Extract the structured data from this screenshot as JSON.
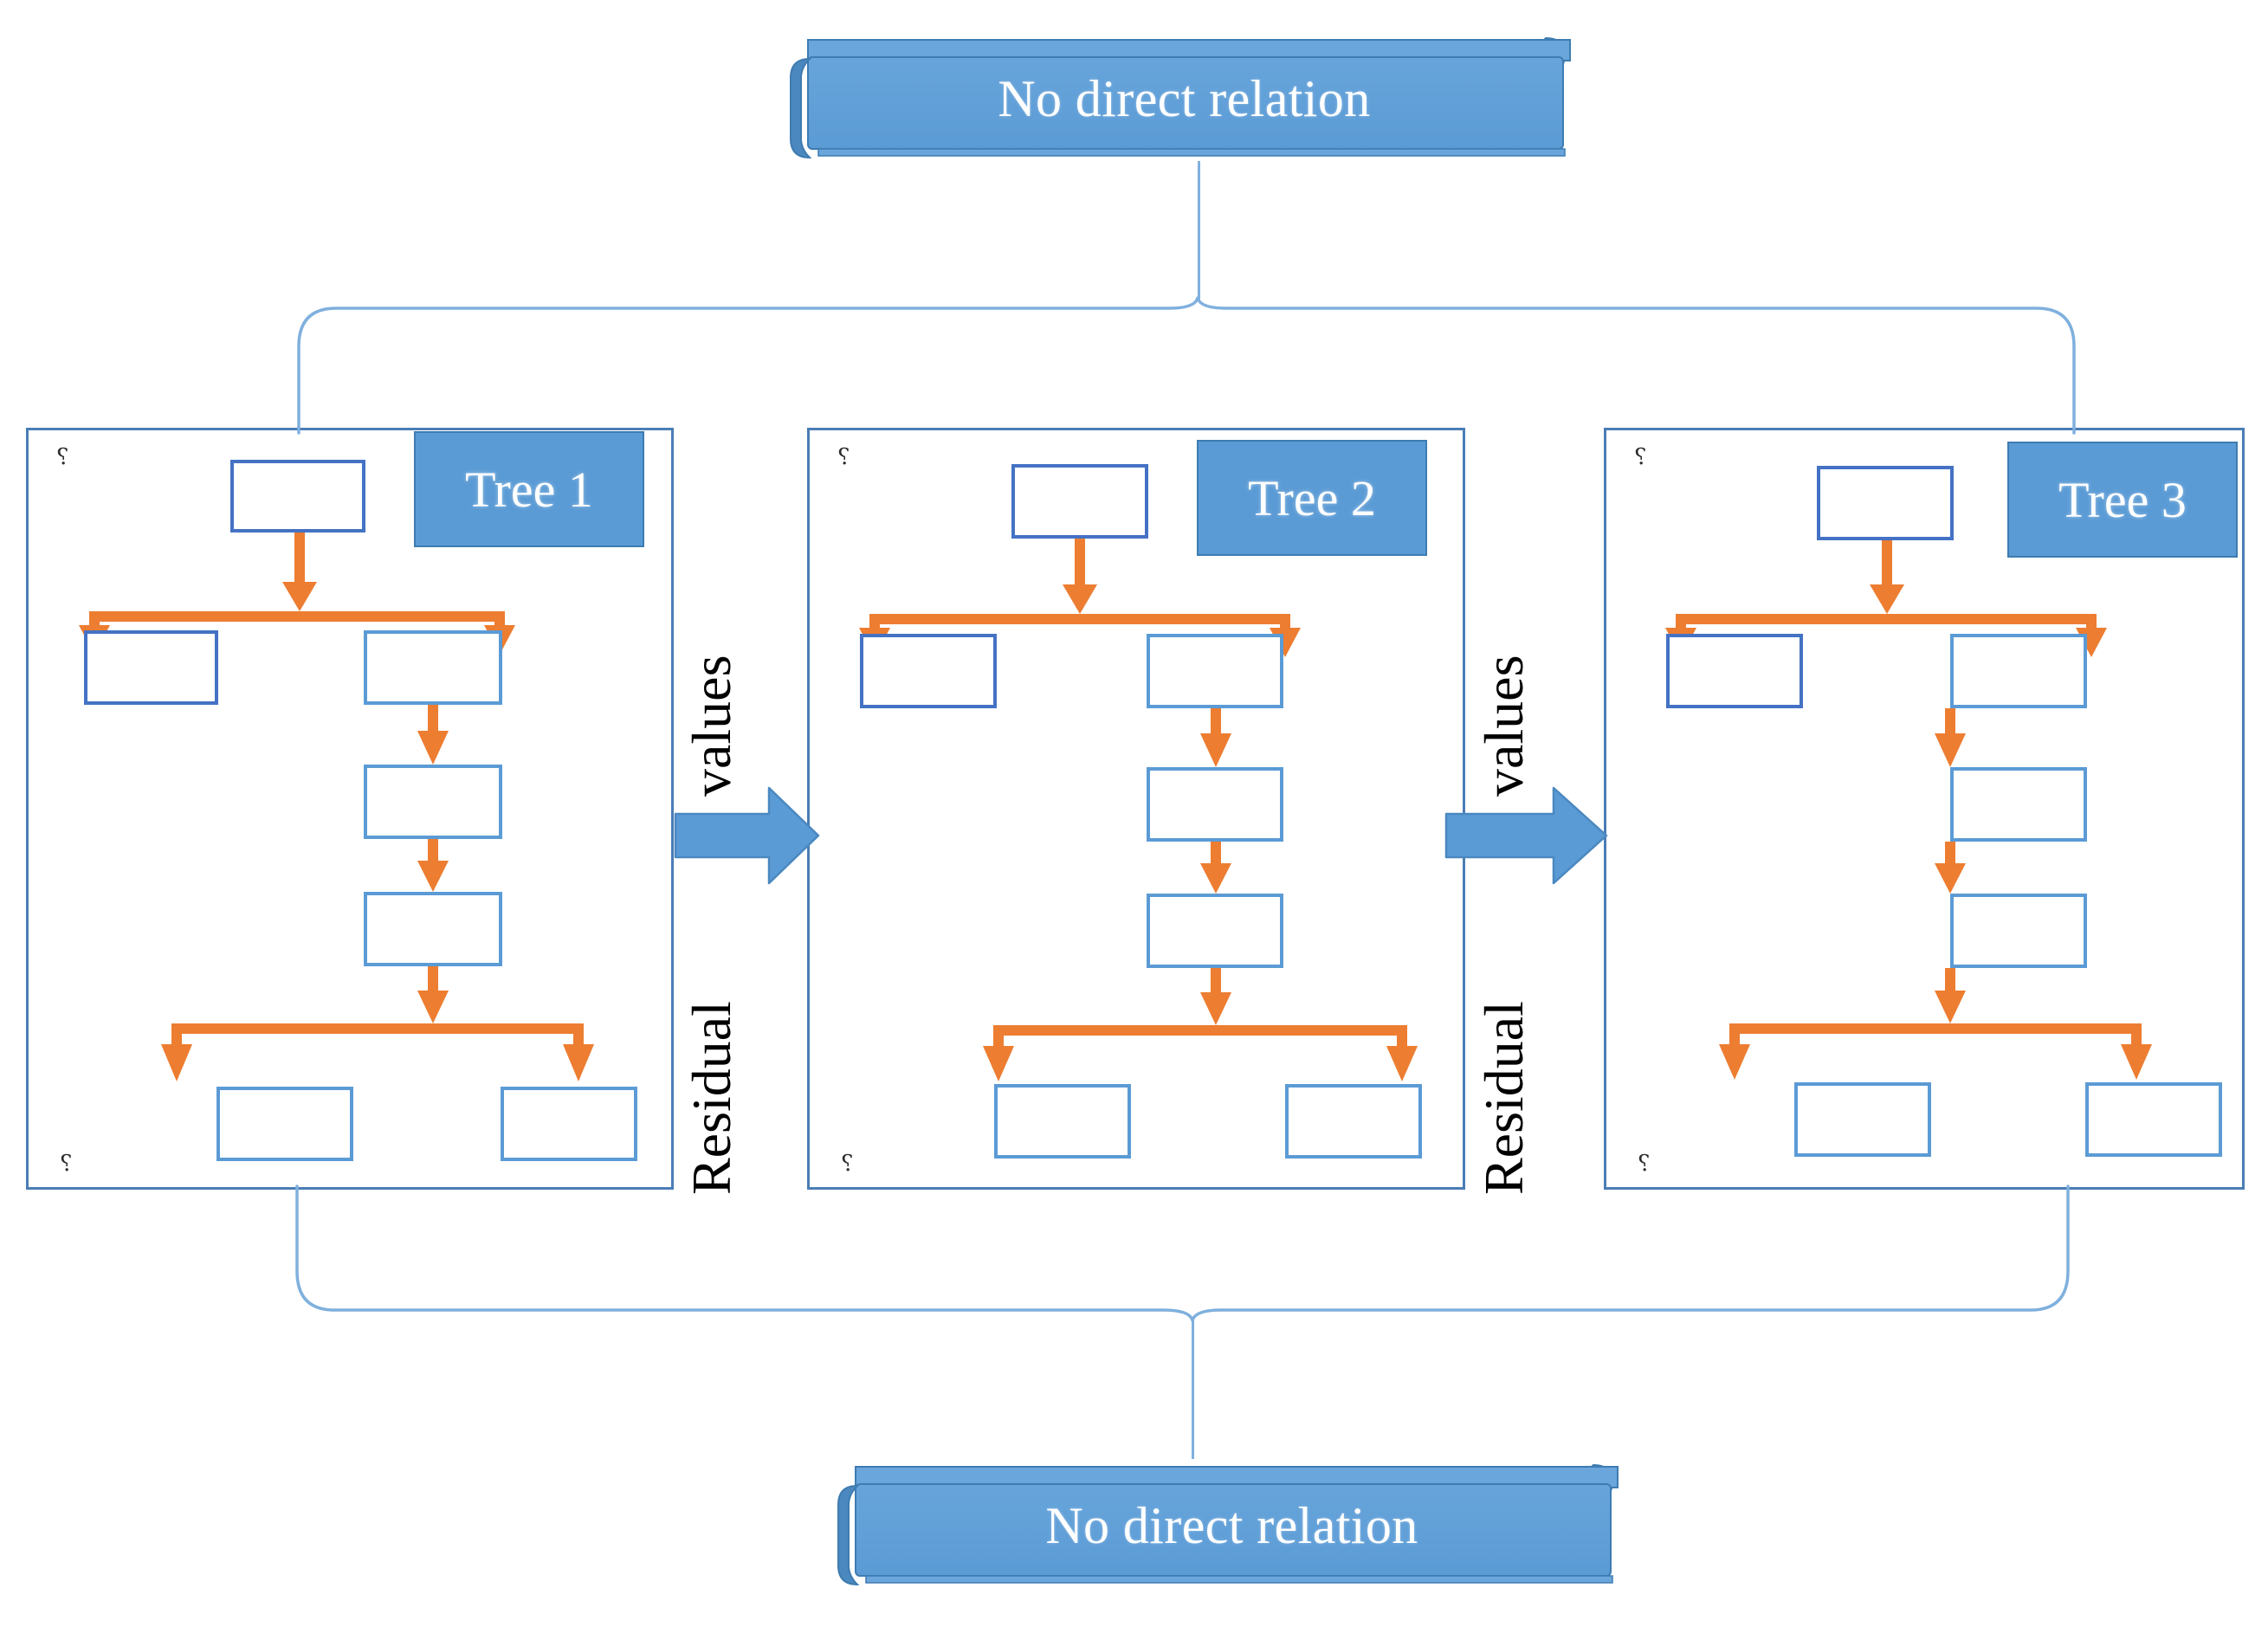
{
  "diagram": {
    "title_top_banner": "No direct relation",
    "title_bottom_banner": "No direct relation",
    "colors": {
      "banner_fill": "#5b9bd5",
      "banner_stroke": "#3e7cb1",
      "panel_border": "#4a7db5",
      "node_border_light": "#5b9bd5",
      "node_border_dark": "#4472c4",
      "connector_orange": "#ed7d31",
      "brace_line": "#7fb0de",
      "arrow_fill": "#5b9bd5",
      "text_dark": "#000000",
      "text_light": "#ffffff",
      "background": "#ffffff"
    },
    "trees": [
      {
        "tag_label": "Tree 1",
        "corner_mark_top": "⸮",
        "corner_mark_bottom": "⸮",
        "node_count": 7,
        "nodes": [
          {
            "id": "root",
            "level": 0,
            "side": "center",
            "border": "dark",
            "label": ""
          },
          {
            "id": "leaf-left",
            "level": 1,
            "side": "left",
            "border": "dark",
            "label": ""
          },
          {
            "id": "branch-1",
            "level": 1,
            "side": "right",
            "border": "light",
            "label": ""
          },
          {
            "id": "branch-2",
            "level": 2,
            "side": "right",
            "border": "light",
            "label": ""
          },
          {
            "id": "branch-3",
            "level": 3,
            "side": "right",
            "border": "light",
            "label": ""
          },
          {
            "id": "leaf-bl",
            "level": 4,
            "side": "left",
            "border": "light",
            "label": ""
          },
          {
            "id": "leaf-br",
            "level": 4,
            "side": "right",
            "border": "light",
            "label": ""
          }
        ]
      },
      {
        "tag_label": "Tree 2",
        "corner_mark_top": "⸮",
        "corner_mark_bottom": "⸮",
        "node_count": 7,
        "nodes": [
          {
            "id": "root",
            "level": 0,
            "side": "center",
            "border": "dark",
            "label": ""
          },
          {
            "id": "leaf-left",
            "level": 1,
            "side": "left",
            "border": "dark",
            "label": ""
          },
          {
            "id": "branch-1",
            "level": 1,
            "side": "right",
            "border": "light",
            "label": ""
          },
          {
            "id": "branch-2",
            "level": 2,
            "side": "right",
            "border": "light",
            "label": ""
          },
          {
            "id": "branch-3",
            "level": 3,
            "side": "right",
            "border": "light",
            "label": ""
          },
          {
            "id": "leaf-bl",
            "level": 4,
            "side": "left",
            "border": "light",
            "label": ""
          },
          {
            "id": "leaf-br",
            "level": 4,
            "side": "right",
            "border": "light",
            "label": ""
          }
        ]
      },
      {
        "tag_label": "Tree 3",
        "corner_mark_top": "⸮",
        "corner_mark_bottom": "⸮",
        "node_count": 7,
        "nodes": [
          {
            "id": "root",
            "level": 0,
            "side": "center",
            "border": "dark",
            "label": ""
          },
          {
            "id": "leaf-left",
            "level": 1,
            "side": "left",
            "border": "dark",
            "label": ""
          },
          {
            "id": "branch-1",
            "level": 1,
            "side": "right",
            "border": "light",
            "label": ""
          },
          {
            "id": "branch-2",
            "level": 2,
            "side": "right",
            "border": "light",
            "label": ""
          },
          {
            "id": "branch-3",
            "level": 3,
            "side": "right",
            "border": "light",
            "label": ""
          },
          {
            "id": "leaf-bl",
            "level": 4,
            "side": "left",
            "border": "light",
            "label": ""
          },
          {
            "id": "leaf-br",
            "level": 4,
            "side": "right",
            "border": "light",
            "label": ""
          }
        ]
      }
    ],
    "transitions": [
      {
        "id": "t1-to-t2",
        "label_line1": "values",
        "label_line2": "Residual",
        "full_label": "Residual values",
        "arrow": "right-block-arrow"
      },
      {
        "id": "t2-to-t3",
        "label_line1": "values",
        "label_line2": "Residual",
        "full_label": "Residual values",
        "arrow": "right-block-arrow"
      }
    ]
  }
}
